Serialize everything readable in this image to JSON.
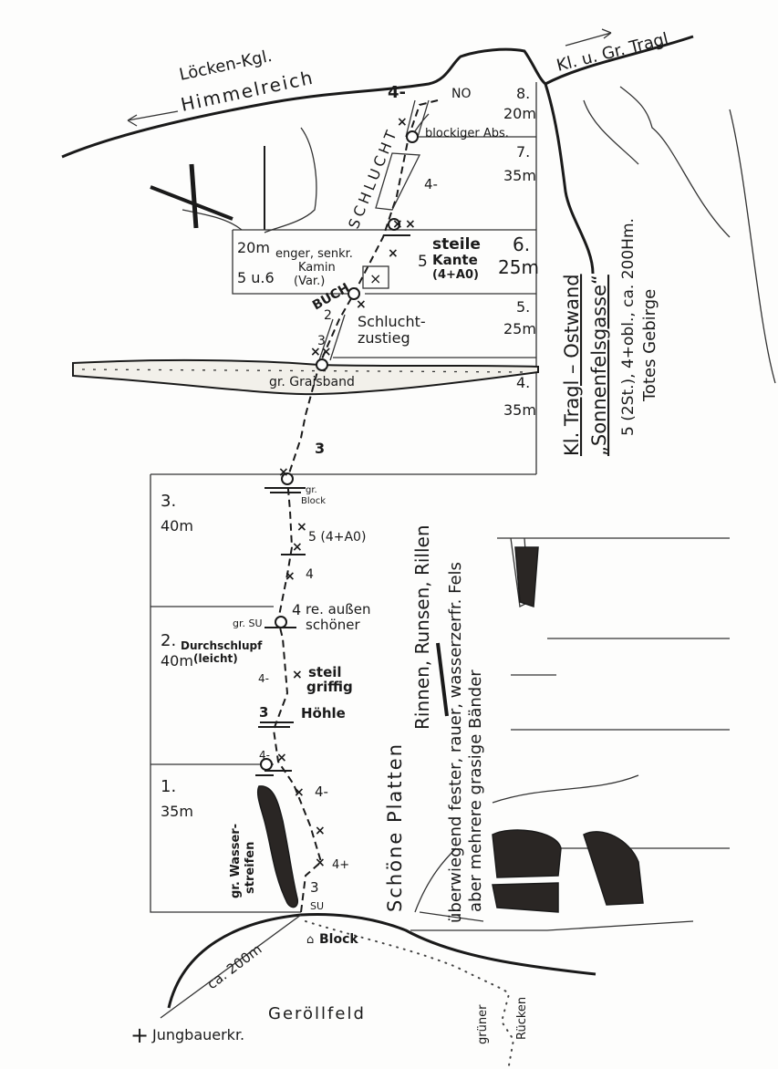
{
  "title": {
    "line1": "Kl. Tragl – Ostwand",
    "line2": "„Sonnenfelsgasse“",
    "line3": "5 (2St.), 4+obl., ca. 200Hm.",
    "line4": "Totes Gebirge"
  },
  "directions": {
    "left_peak": "Löcken-Kgl.",
    "left_area": "Himmelreich",
    "right_peak": "Kl. u. Gr. Tragl"
  },
  "pitches": [
    {
      "number": "8.",
      "length": "20m"
    },
    {
      "number": "7.",
      "length": "35m"
    },
    {
      "number": "6.",
      "length": "25m"
    },
    {
      "number": "5.",
      "length": "25m"
    },
    {
      "number": "4.",
      "length": "35m"
    },
    {
      "number": "3.",
      "length": "40m"
    },
    {
      "number": "2.",
      "length": "40m"
    },
    {
      "number": "1.",
      "length": "35m"
    }
  ],
  "variant": {
    "length": "20m",
    "grade": "5 u.6",
    "desc1": "enger, senkr.",
    "desc2": "Kamin",
    "desc3": "(Var.)"
  },
  "annotations": {
    "exit_grade": "4-",
    "exit_dir": "NO",
    "blocky": "blockiger Abs.",
    "gully": "SCHLUCHT",
    "p7_grade": "4-",
    "book": "BUCH",
    "steep1": "steile",
    "steep2": "Kante",
    "steep3": "(4+A0)",
    "p6_grade": "5",
    "g2": "2",
    "g3": "3",
    "gully_access1": "Schlucht-",
    "gully_access2": "zustieg",
    "grassband": "gr. Graisband",
    "p4_grade": "3",
    "block_gr": "gr.",
    "block": "Block",
    "p3_grade": "5 (4+A0)",
    "p3_grade2": "4",
    "p3_grade3": "4",
    "right_out1": "re. außen",
    "right_out2": "schöner",
    "gr_su": "gr. SU",
    "squeeze": "Durchschlupf",
    "easy": "(leicht)",
    "p2_grade": "4-",
    "steil": "steil",
    "griffig": "griffig",
    "p2_grade2": "3",
    "cave": "Höhle",
    "p1_top": "4-",
    "p1_grade": "4-",
    "p1_grade2": "4+",
    "p1_grade3": "3",
    "start": "SU",
    "water1": "gr. Wasser-",
    "water2": "streifen",
    "slabs": "Schöne Platten",
    "grooves": "Rinnen, Runsen, Rillen",
    "rock1": "überwiegend fester, rauer, wasserzerfr. Fels",
    "rock2": "aber mehrere grasige Bänder",
    "approach_dist": "ca. 200m",
    "approach_block": "Block",
    "scree": "Geröllfeld",
    "cross": "Jungbauerkr.",
    "green1": "grüner",
    "green2": "Rücken"
  }
}
